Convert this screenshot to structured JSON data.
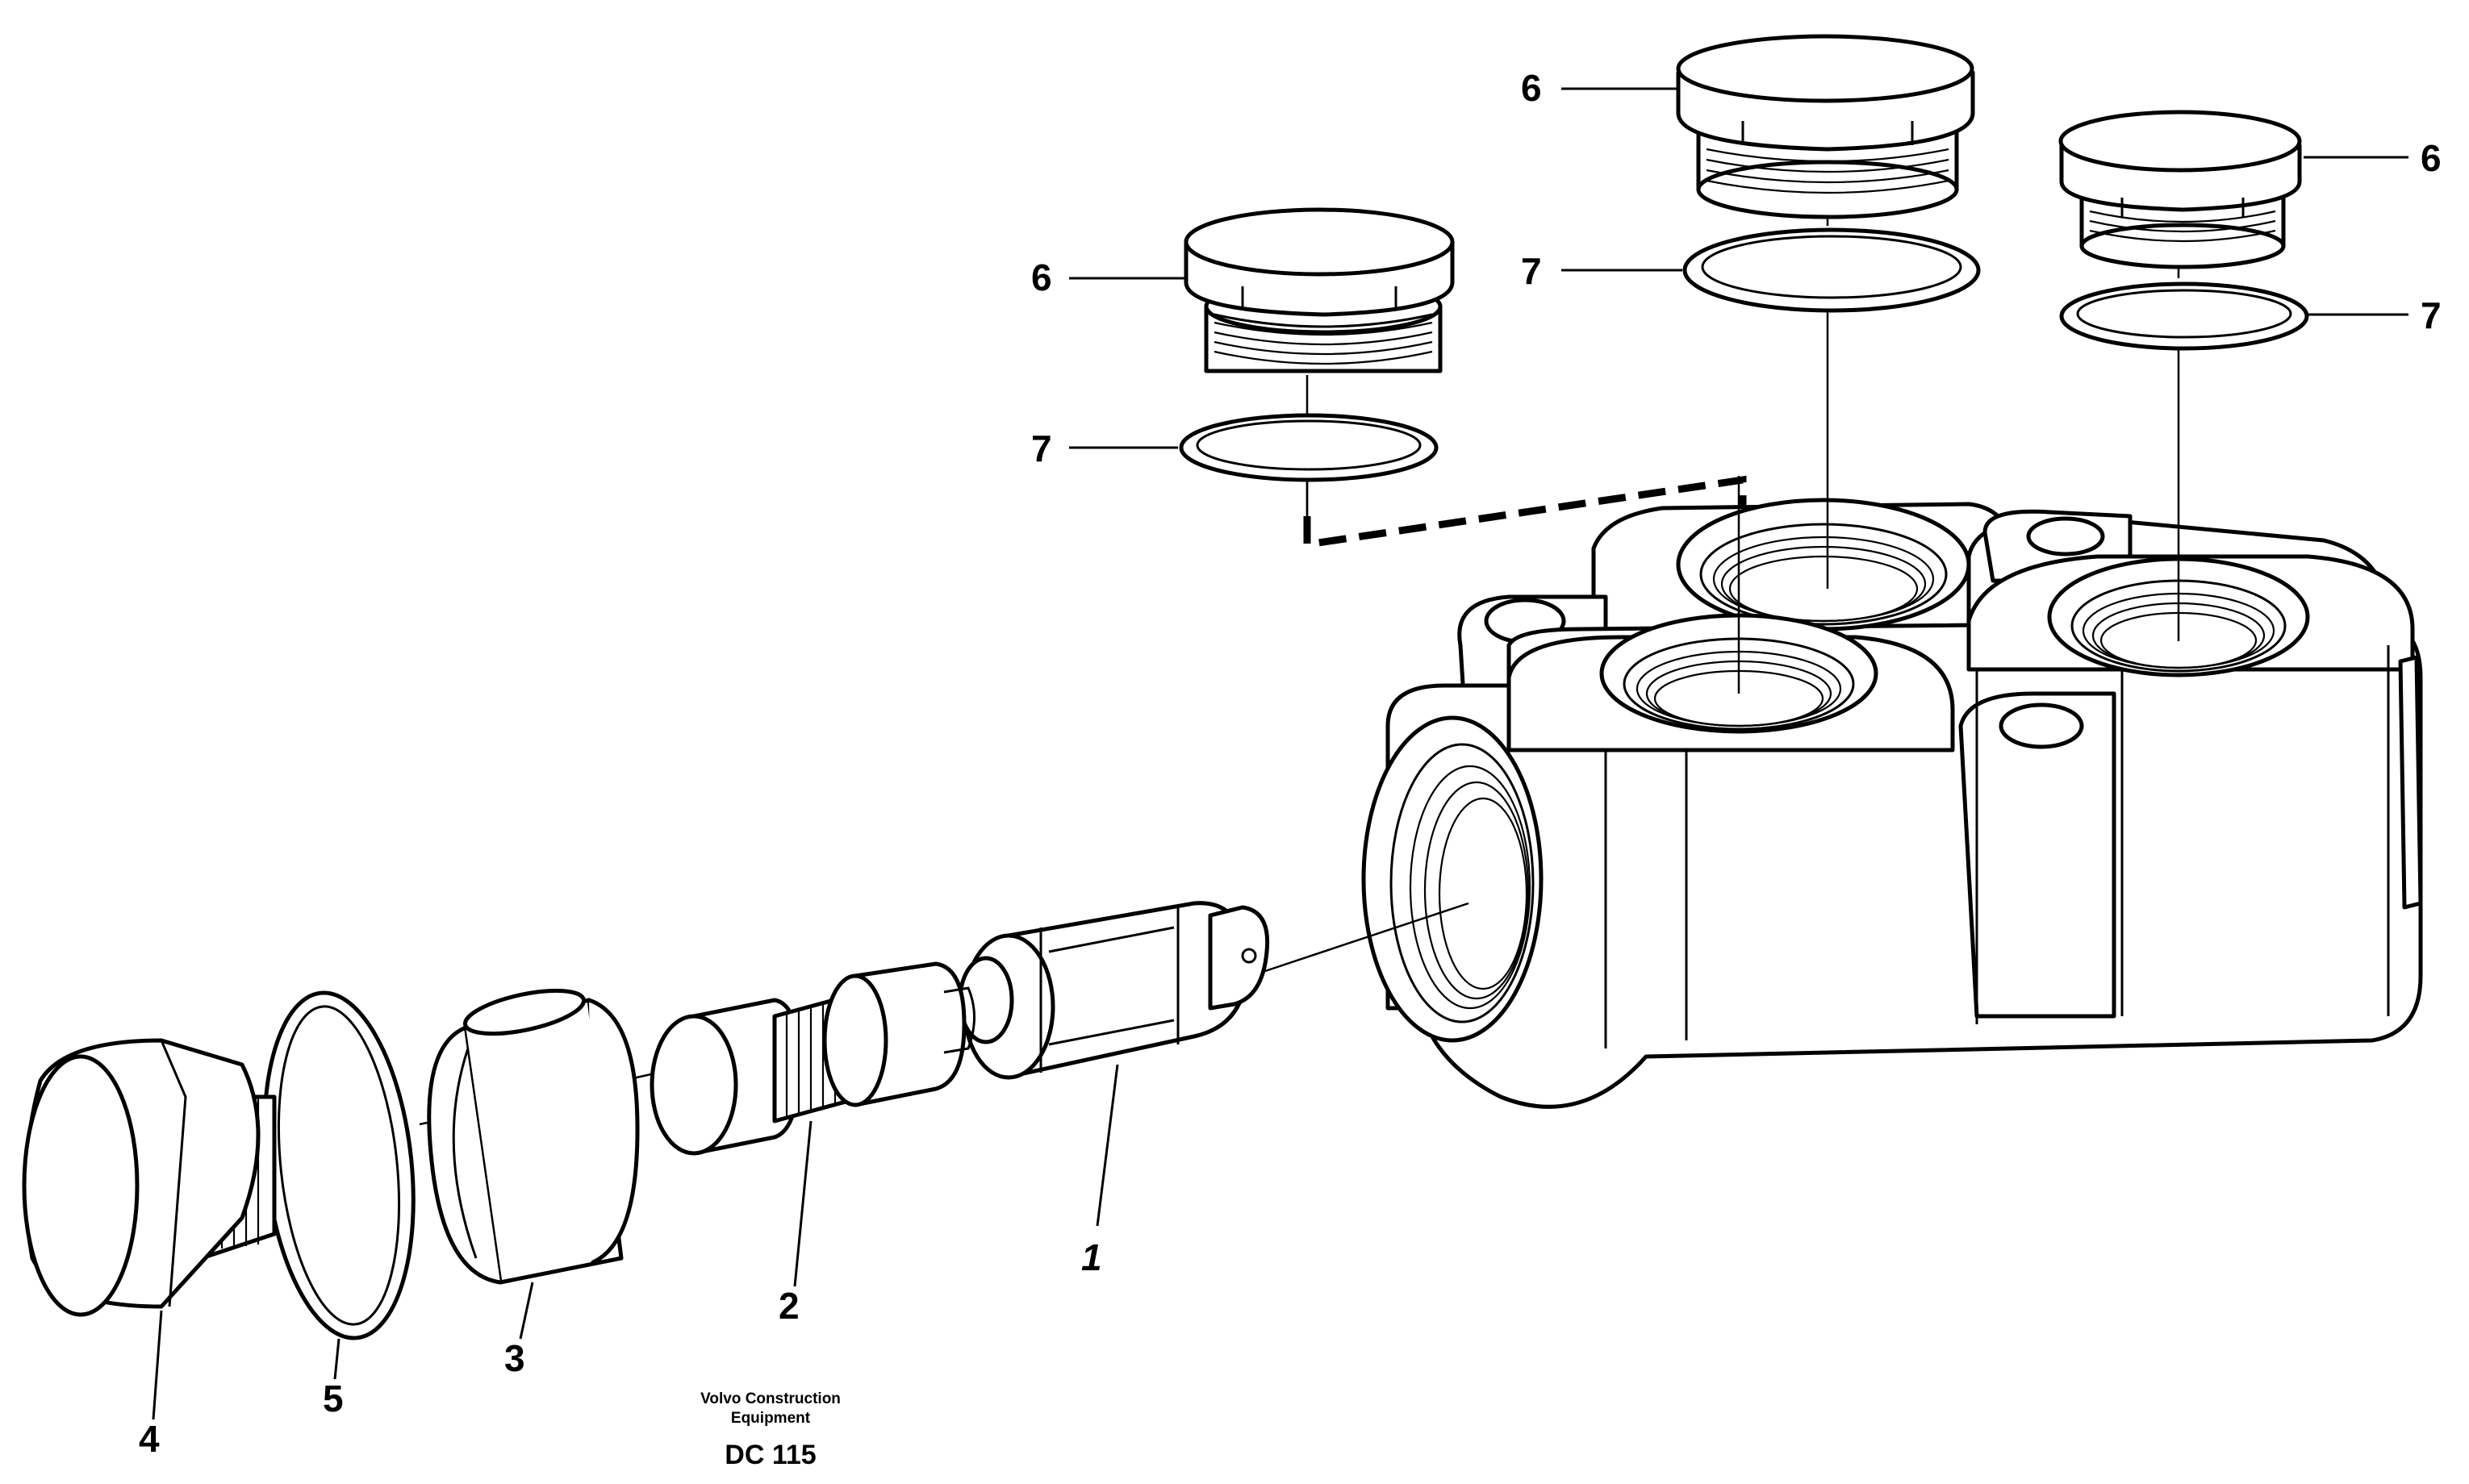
{
  "diagram": {
    "callouts": [
      {
        "id": "c1",
        "label": "1"
      },
      {
        "id": "c2",
        "label": "2"
      },
      {
        "id": "c3",
        "label": "3"
      },
      {
        "id": "c4",
        "label": "4"
      },
      {
        "id": "c5",
        "label": "5"
      },
      {
        "id": "c6a",
        "label": "6"
      },
      {
        "id": "c6b",
        "label": "6"
      },
      {
        "id": "c6c",
        "label": "6"
      },
      {
        "id": "c7a",
        "label": "7"
      },
      {
        "id": "c7b",
        "label": "7"
      },
      {
        "id": "c7c",
        "label": "7"
      }
    ],
    "caption": {
      "company_line1": "Volvo Construction",
      "company_line2": "Equipment",
      "drawing_code": "DC 115"
    }
  }
}
